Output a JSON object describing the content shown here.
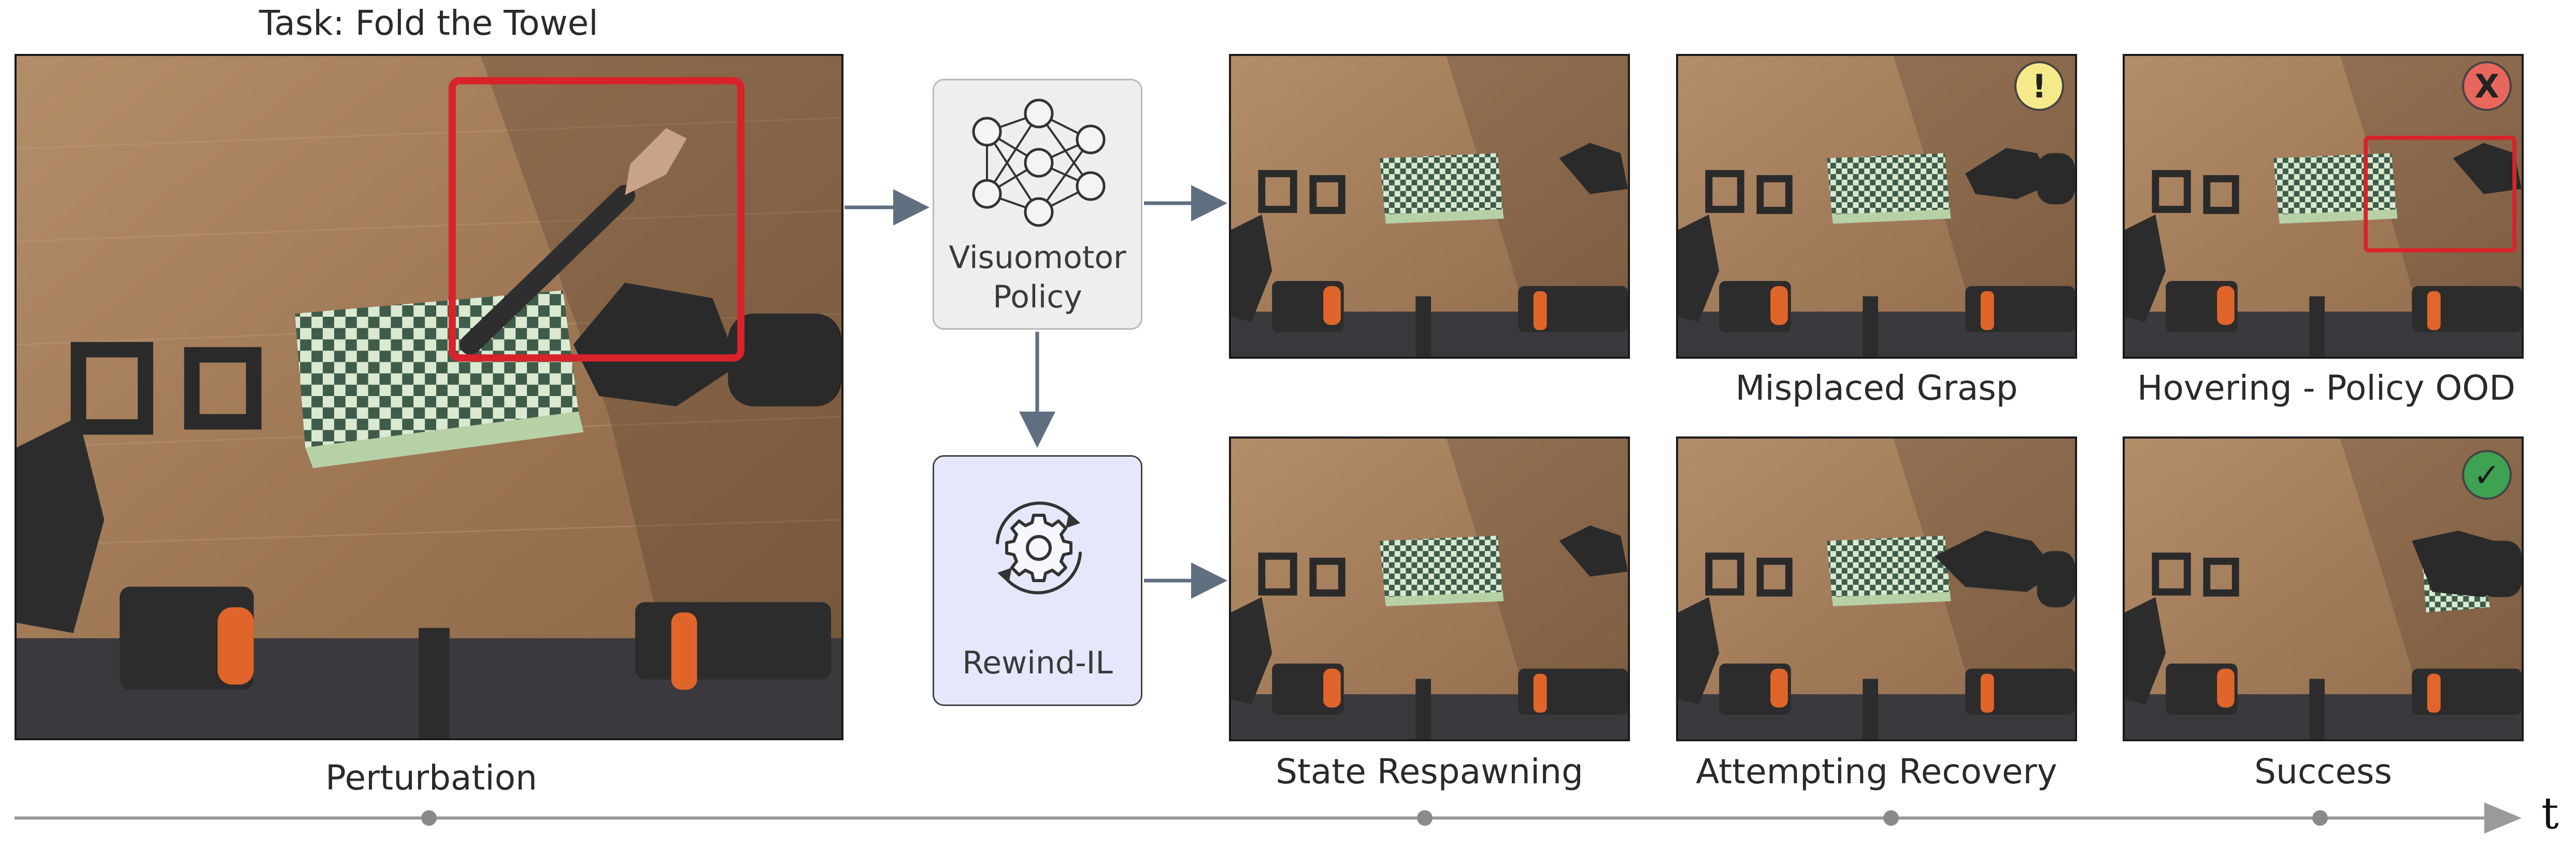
{
  "task_title": "Task: Fold the Towel",
  "modules": {
    "visuomotor": {
      "line1": "Visuomotor",
      "line2": "Policy",
      "icon": "neural-network-icon",
      "fill": "#eeeeee"
    },
    "rewind": {
      "label": "Rewind-IL",
      "icon": "gear-cycle-icon",
      "fill": "#e5e8fb"
    }
  },
  "frames": {
    "perturbation": {
      "caption": "Perturbation"
    },
    "top": [
      {
        "caption": "",
        "badge": ""
      },
      {
        "caption": "Misplaced Grasp",
        "badge": "!",
        "badge_color": "#f6e98a"
      },
      {
        "caption": "Hovering - Policy OOD",
        "badge": "X",
        "badge_color": "#e8675c"
      }
    ],
    "bottom": [
      {
        "caption": "State Respawning",
        "badge": ""
      },
      {
        "caption": "Attempting Recovery",
        "badge": ""
      },
      {
        "caption": "Success",
        "badge": "✓",
        "badge_color": "#3fa152"
      }
    ]
  },
  "timeline": {
    "axis_label": "t"
  },
  "colors": {
    "arrow": "#5f6f80",
    "highlight_box": "#d8232a",
    "table_wood": "#a07a58",
    "towel_light": "#d9e9cf",
    "towel_dark": "#3f5c4a",
    "timeline": "#9a9a9a"
  }
}
